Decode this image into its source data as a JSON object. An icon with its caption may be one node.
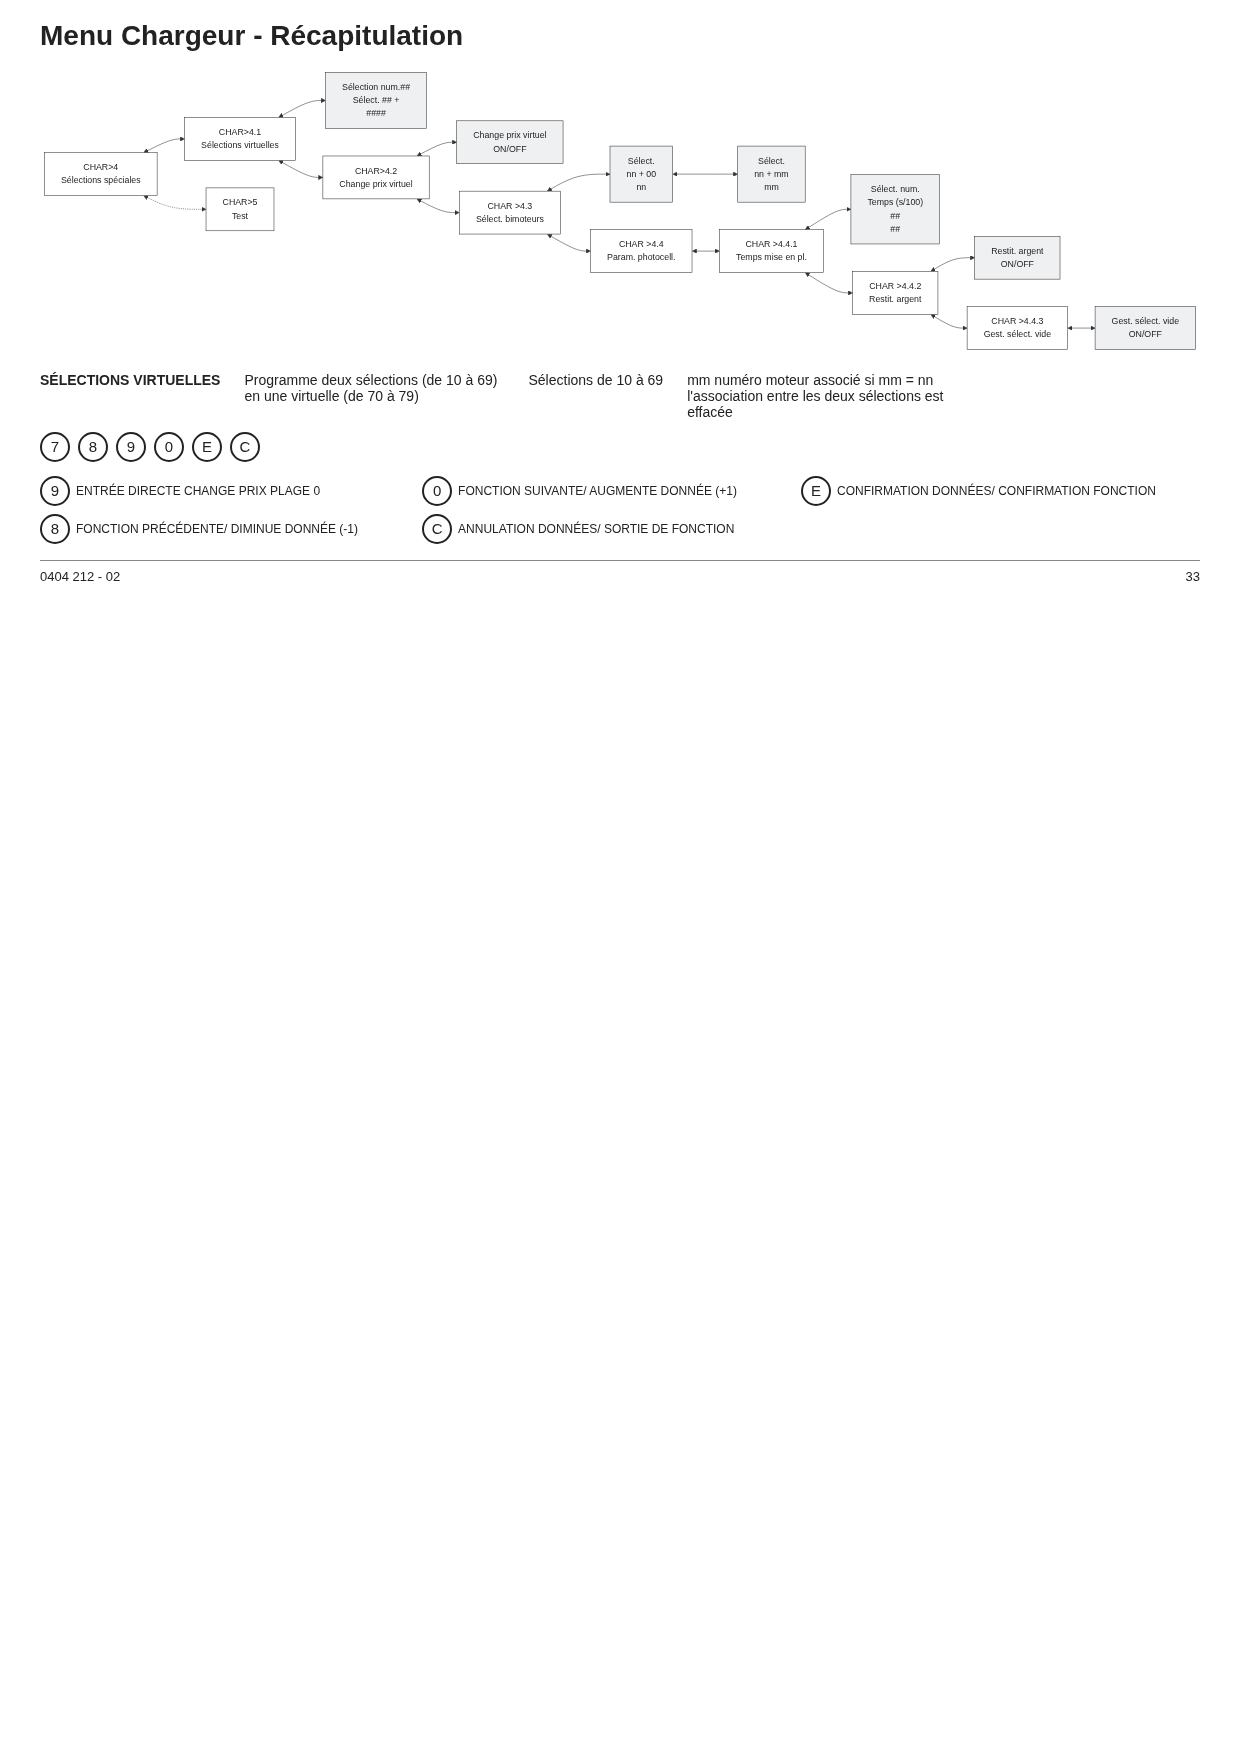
{
  "diagram": {
    "title": "Menu Chargeur - Récapitulation",
    "nodes": [
      {
        "text": [
          "CHAR>4",
          "Sélections spéciales"
        ]
      },
      {
        "text": [
          "CHAR>4.1",
          "Sélections virtuelles"
        ]
      },
      {
        "text": [
          "Sélection num.##",
          "Sélect. ## +",
          "####"
        ]
      },
      {
        "text": [
          "CHAR>4.2",
          "Change prix virtuel"
        ]
      },
      {
        "text": [
          "Change prix virtuel",
          "ON/OFF"
        ]
      },
      {
        "text": [
          "CHAR >4.3",
          "Sélect. bimoteurs"
        ]
      },
      {
        "text": [
          "Sélect.",
          "nn + 00",
          "nn"
        ]
      },
      {
        "text": [
          "Sélect.",
          "nn + mm",
          "mm"
        ]
      },
      {
        "text": [
          "CHAR >4.4",
          "Param. photocell."
        ]
      },
      {
        "text": [
          "CHAR >4.4.1",
          "Temps mise en pl."
        ]
      },
      {
        "text": [
          "Sélect. num.",
          "Temps (s/100)",
          "##",
          "##"
        ]
      },
      {
        "text": [
          "CHAR >4.4.2",
          "Restit. argent"
        ]
      },
      {
        "text": [
          "Restit. argent",
          "ON/OFF"
        ]
      },
      {
        "text": [
          "CHAR >4.4.3",
          "Gest. sélect. vide"
        ]
      },
      {
        "text": [
          "Gest. sélect. vide",
          "ON/OFF"
        ]
      },
      {
        "text": [
          "CHAR>5",
          "Test"
        ]
      }
    ],
    "edges": [
      {
        "from": 0,
        "to": 1,
        "arrow": "both"
      },
      {
        "from": 1,
        "to": 2,
        "arrow": "both"
      },
      {
        "from": 1,
        "to": 3,
        "arrow": "both"
      },
      {
        "from": 3,
        "to": 4,
        "arrow": "both"
      },
      {
        "from": 3,
        "to": 5,
        "arrow": "both"
      },
      {
        "from": 5,
        "to": 6,
        "arrow": "both"
      },
      {
        "from": 6,
        "to": 7,
        "arrow": "both"
      },
      {
        "from": 5,
        "to": 8,
        "arrow": "both"
      },
      {
        "from": 8,
        "to": 9,
        "arrow": "both"
      },
      {
        "from": 9,
        "to": 10,
        "arrow": "both"
      },
      {
        "from": 9,
        "to": 11,
        "arrow": "both"
      },
      {
        "from": 11,
        "to": 12,
        "arrow": "both"
      },
      {
        "from": 11,
        "to": 13,
        "arrow": "both"
      },
      {
        "from": 13,
        "to": 14,
        "arrow": "both"
      },
      {
        "from": 0,
        "to": 15,
        "arrow": "both",
        "style": "dashed"
      }
    ],
    "labels": [
      "SÉLECTIONS VIRTUELLES",
      "Programme deux sélections (de 10 à 69) en une virtuelle (de 70 à 79)",
      "Sélections de 10 à 69",
      "mm numéro moteur associé si mm = nn l'association entre les deux sélections est effacée",
      "9",
      "0",
      "E",
      "8",
      "C",
      "7",
      "8",
      "9",
      "0",
      "E",
      "C",
      "0404 212 - 02",
      "33"
    ],
    "legend": [
      {
        "text": "ENTRÉE DIRECTE CHANGE PRIX PLAGE 0"
      },
      {
        "text": "FONCTION SUIVANTE/ AUGMENTE DONNÉE (+1)"
      },
      {
        "text": "CONFIRMATION DONNÉES/ CONFIRMATION FONCTION"
      },
      {
        "text": "FONCTION PRÉCÉDENTE/ DIMINUE DONNÉE (-1)"
      },
      {
        "text": "ANNULATION DONNÉES/ SORTIE DE FONCTION"
      }
    ]
  }
}
